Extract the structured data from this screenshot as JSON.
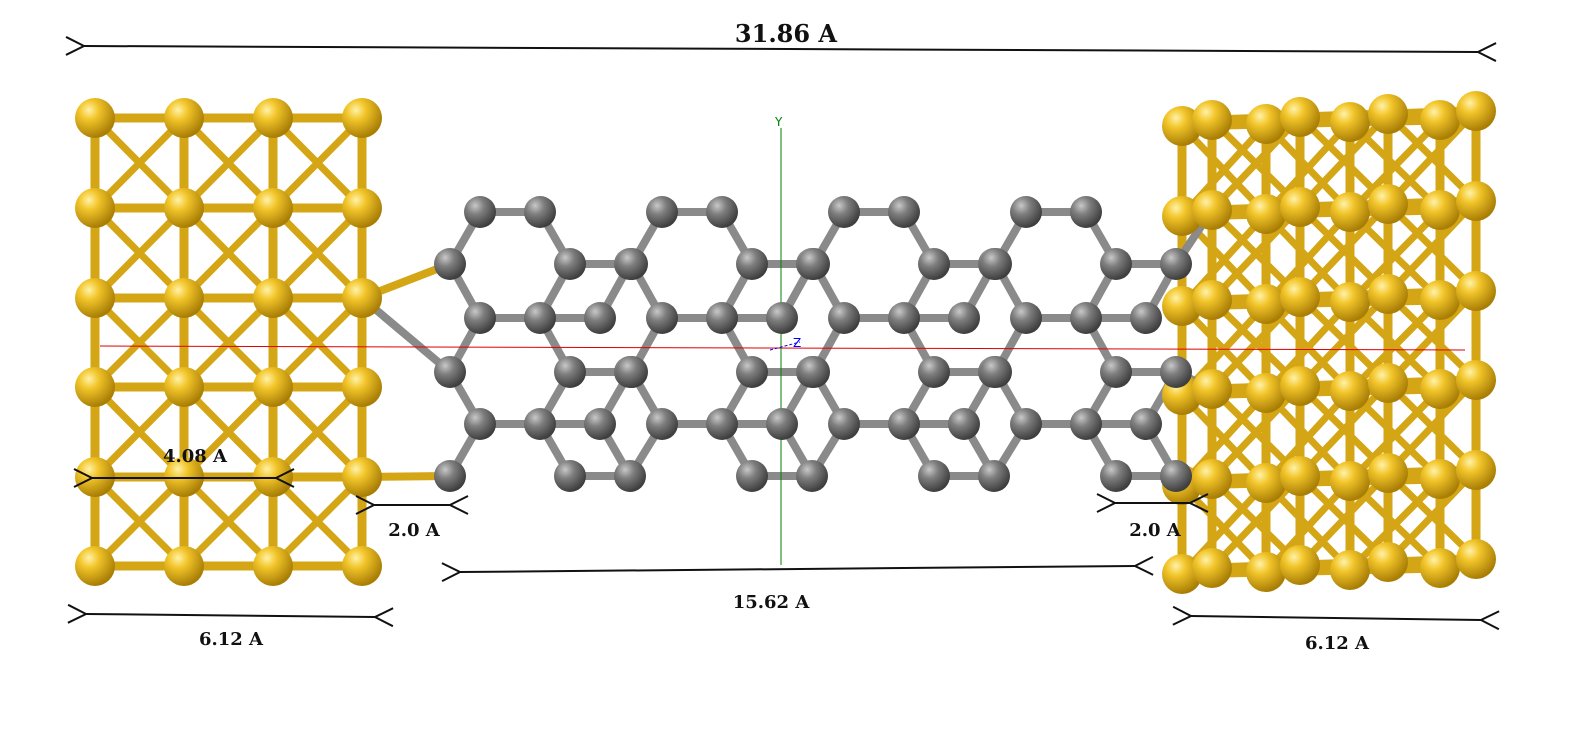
{
  "labels": {
    "total_length": "31.86 A",
    "ribbon_length": "15.62 A",
    "left_lattice": "4.08 A",
    "left_gap": "2.0 A",
    "right_gap": "2.0 A",
    "left_width": "6.12 A",
    "right_width": "6.12 A"
  },
  "axes": {
    "y": "Y",
    "z": "Z"
  },
  "colors": {
    "gold": "#e8b91c",
    "gold_bond": "#d4a514",
    "carbon": "#7d7d7d",
    "carbon_bond": "#8a8a8a",
    "x_axis": "#e00000",
    "y_axis": "#008000",
    "z_axis": "#0000ff",
    "arrow": "#111111"
  }
}
